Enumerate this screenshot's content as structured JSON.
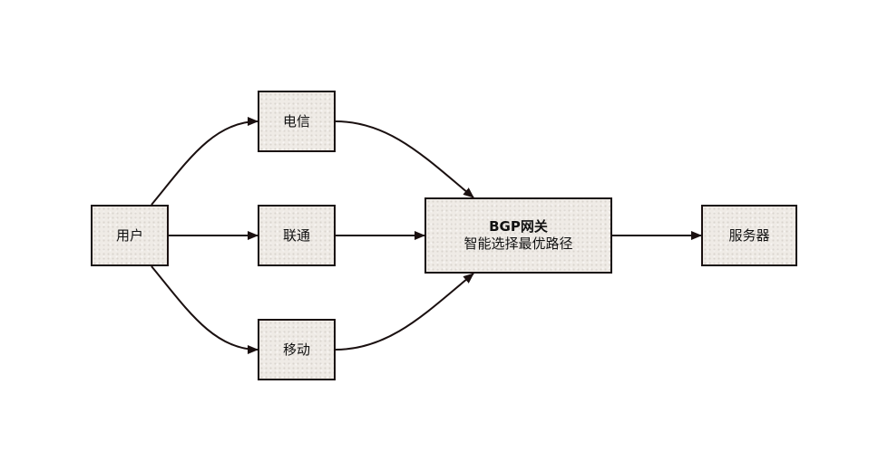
{
  "nodes": {
    "user": "用户",
    "telecom": "电信",
    "unicom": "联通",
    "mobile": "移动",
    "gateway": {
      "title": "BGP网关",
      "subtitle": "智能选择最优路径"
    },
    "server": "服务器"
  },
  "edges": [
    {
      "from": "user",
      "to": "telecom"
    },
    {
      "from": "user",
      "to": "unicom"
    },
    {
      "from": "user",
      "to": "mobile"
    },
    {
      "from": "telecom",
      "to": "gateway"
    },
    {
      "from": "unicom",
      "to": "gateway"
    },
    {
      "from": "mobile",
      "to": "gateway"
    },
    {
      "from": "gateway",
      "to": "server"
    }
  ],
  "colors": {
    "node_fill": "#efebe6",
    "stroke": "#1a1010"
  }
}
